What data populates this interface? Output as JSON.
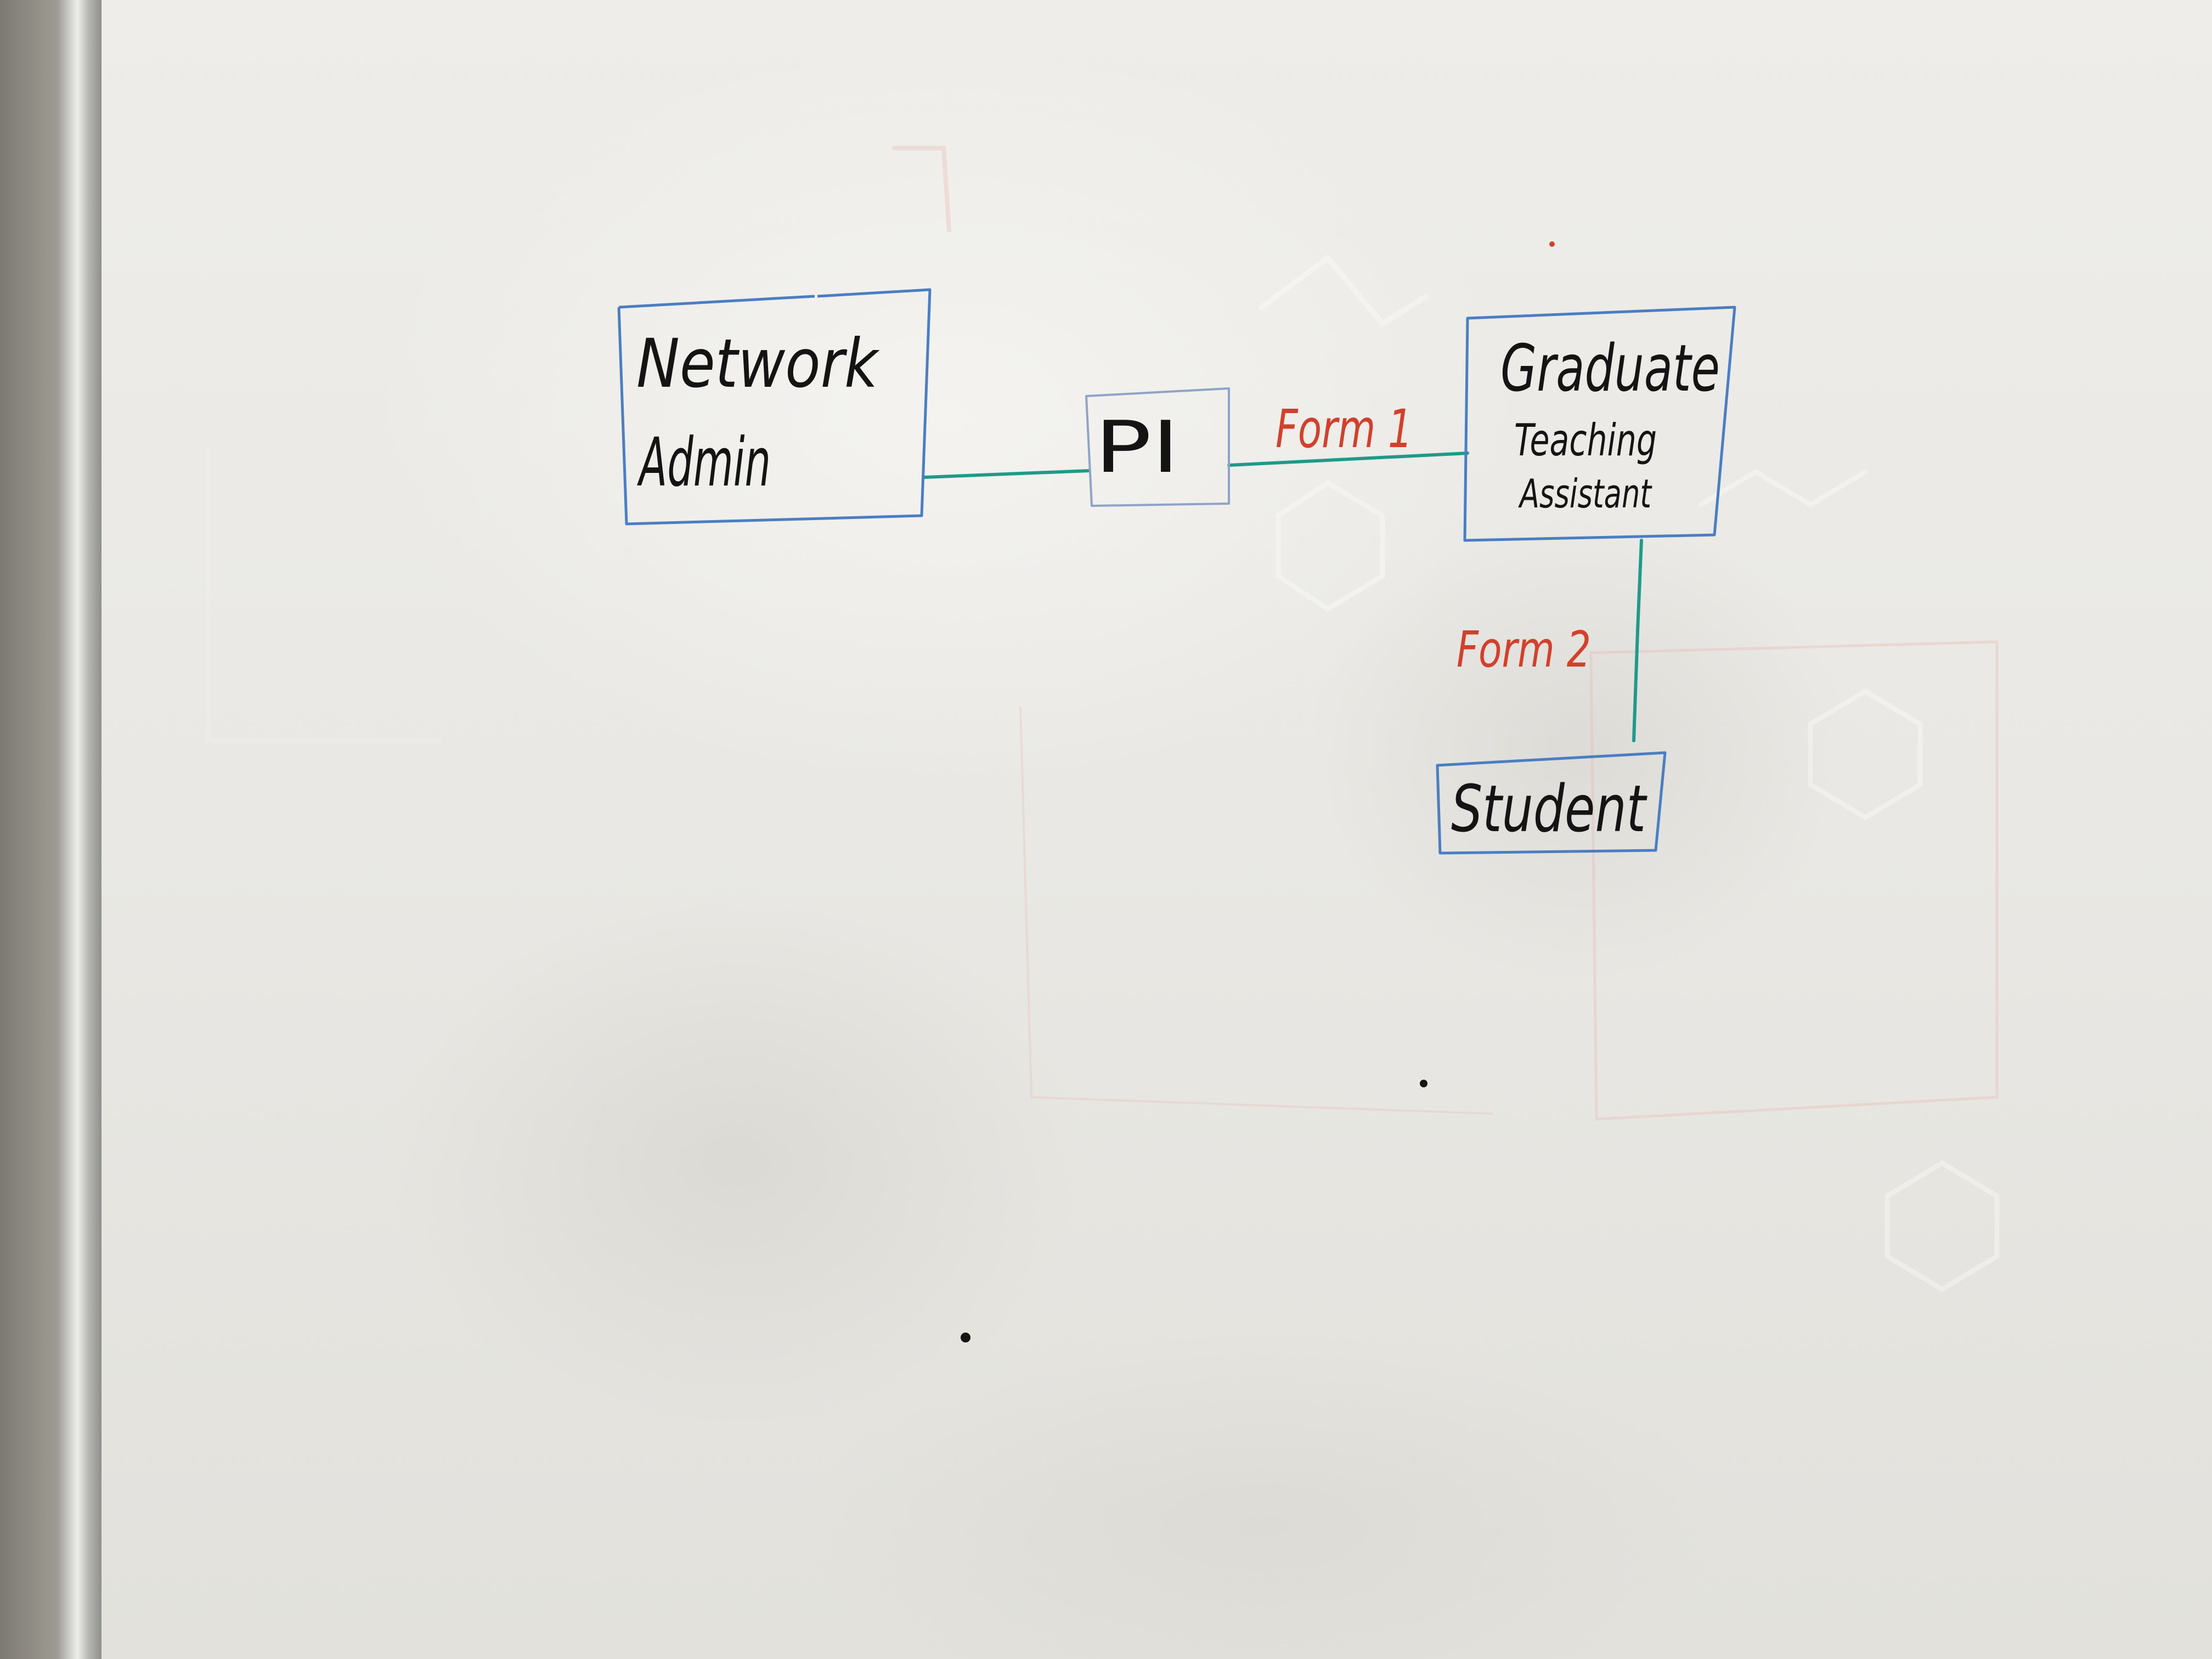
{
  "diagram": {
    "nodes": [
      {
        "id": "network-admin",
        "lines": [
          "Network",
          "Admin"
        ]
      },
      {
        "id": "pi",
        "lines": [
          "PI"
        ]
      },
      {
        "id": "graduate-teaching-assistant",
        "lines": [
          "Graduate",
          "Teaching",
          "Assistant"
        ]
      },
      {
        "id": "student",
        "lines": [
          "Student"
        ]
      }
    ],
    "edges": [
      {
        "from": "network-admin",
        "to": "pi",
        "label": ""
      },
      {
        "from": "pi",
        "to": "graduate-teaching-assistant",
        "label": "Form 1"
      },
      {
        "from": "graduate-teaching-assistant",
        "to": "student",
        "label": "Form 2"
      }
    ]
  },
  "colors": {
    "box_outline": "#4a7ec2",
    "connector": "#1f9a8a",
    "label_text": "#d2402c",
    "node_text": "#141414",
    "board": "#eceae6"
  }
}
